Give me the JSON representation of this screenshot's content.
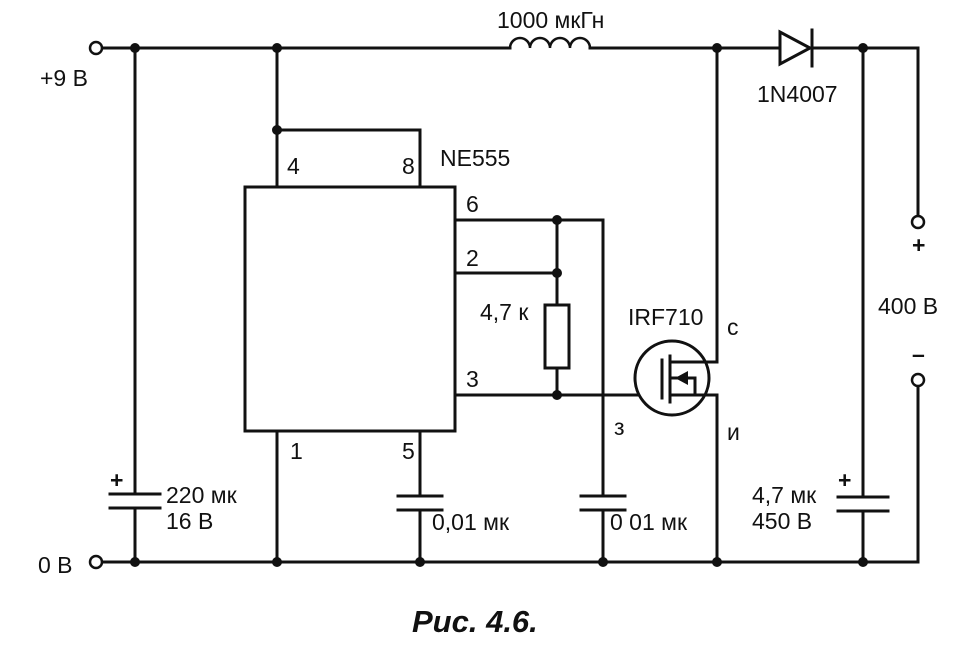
{
  "labels": {
    "vplus": "+9 В",
    "vzero": "0 В",
    "inductor": "1000 мкГн",
    "diode": "1N4007",
    "ic": "NE555",
    "pin4": "4",
    "pin8": "8",
    "pin6": "6",
    "pin2": "2",
    "pin3": "3",
    "pin1": "1",
    "pin5": "5",
    "resistor": "4,7 к",
    "transistor": "IRF710",
    "drain": "с",
    "gate": "з",
    "source": "и",
    "c1_plus": "+",
    "c1_value": "220 мк",
    "c1_voltage": "16 В",
    "c2_value": "0,01 мк",
    "c3_value": "0 01 мк",
    "c4_plus": "+",
    "c4_value": "4,7 мк",
    "c4_voltage": "450 В",
    "out_plus": "+",
    "out_minus": "–",
    "out_voltage": "400 В"
  },
  "caption": "Рис. 4.6."
}
